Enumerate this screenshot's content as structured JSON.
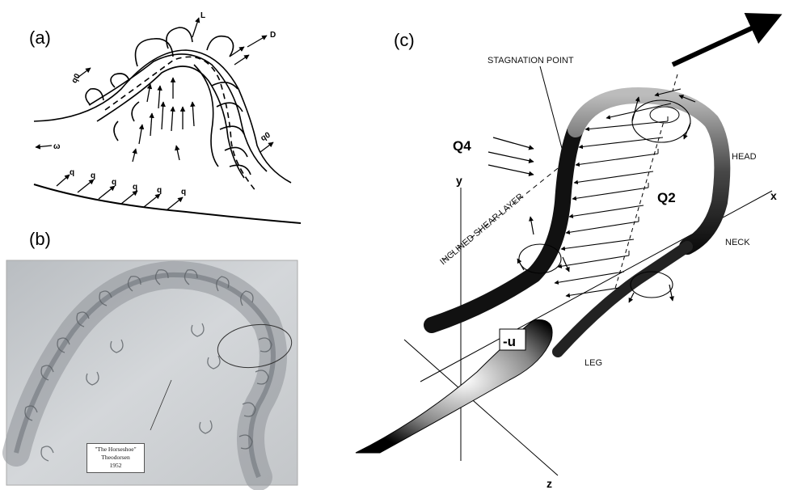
{
  "panels": {
    "a": {
      "label": "(a)",
      "symbols": {
        "L": "L",
        "D": "D",
        "q0_left": "q0",
        "q0_right": "q0",
        "omega": "ω",
        "q": "q"
      }
    },
    "b": {
      "label": "(b)",
      "caption": {
        "line1": "\"The Horseshoe\"",
        "line2": "Theodorsen",
        "line3": "1952"
      }
    },
    "c": {
      "label": "(c)",
      "labels": {
        "stagnation_point": "STAGNATION POINT",
        "q4": "Q4",
        "q2": "Q2",
        "head": "HEAD",
        "neck": "NECK",
        "leg": "LEG",
        "inclined_shear_layer": "INCLINED SHEAR LAYER",
        "u": "-u",
        "x_axis": "x",
        "y_axis": "y",
        "z_axis": "z"
      }
    }
  }
}
